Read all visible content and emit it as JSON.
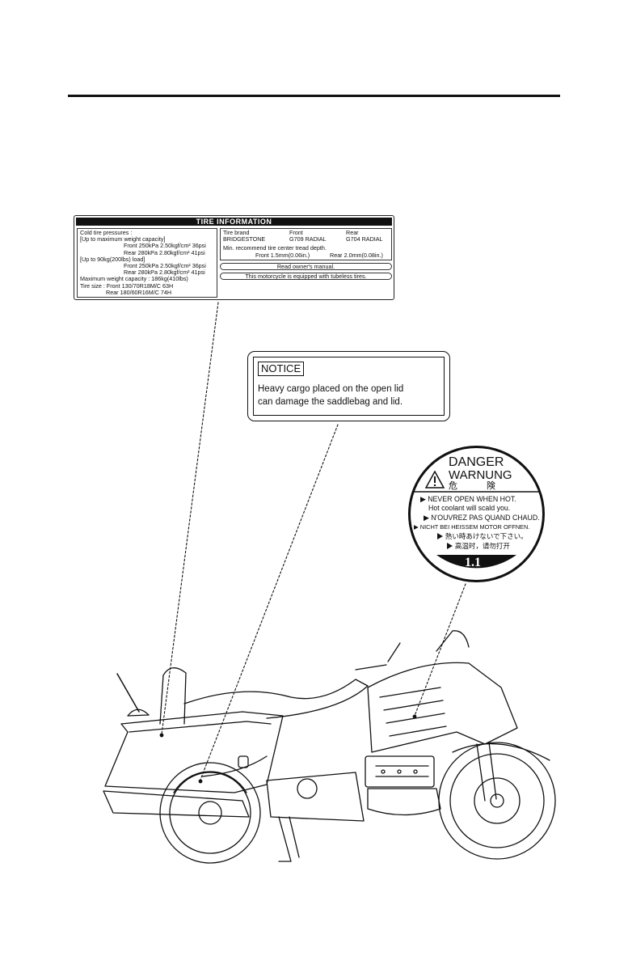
{
  "tire_label": {
    "title": "TIRE INFORMATION",
    "left_lines": [
      "Cold tire pressures :",
      "[Up to maximum weight capacity]",
      "Front 250kPa 2.50kgf/cm² 36psi",
      "Rear 280kPa 2.80kgf/cm² 41psi",
      "[Up to 90kg(200lbs) load]",
      "Front 250kPa 2.50kgf/cm² 36psi",
      "Rear 280kPa 2.80kgf/cm² 41psi",
      "Maximum weight capacity : 186kg(410lbs)",
      "Tire size : Front 130/70R18M/C 63H",
      "Rear 180/60R16M/C 74H"
    ],
    "brand_label": "Tire brand",
    "front_label": "Front",
    "rear_label": "Rear",
    "brand_name": "BRIDGESTONE",
    "front_tire": "G709 RADIAL",
    "rear_tire": "G704 RADIAL",
    "tread_title": "Min. recommend tire center tread depth.",
    "tread_front": "Front 1.5mm(0.06in.)",
    "tread_rear": "Rear 2.0mm(0.08in.)",
    "manual_note": "Read owner's manual.",
    "tubeless_note": "This motorcycle is equipped with tubeless tires."
  },
  "notice_label": {
    "tag": "NOTICE",
    "line1": "Heavy cargo placed on the open lid",
    "line2": "can damage the saddlebag and lid."
  },
  "danger_label": {
    "title1": "DANGER",
    "title2": "WARNUNG",
    "title_jp_1": "危",
    "title_jp_2": "険",
    "lines": [
      "▶ NEVER OPEN WHEN HOT.",
      "Hot coolant will scald you.",
      "▶ N'OUVREZ PAS QUAND CHAUD.",
      "▶ NICHT BEI HEISSEM MOTOR OFFNEN.",
      "▶ 熱い時あけないで下さい。",
      "▶ 高温时，请勿打开"
    ],
    "pressure": "1.1"
  }
}
